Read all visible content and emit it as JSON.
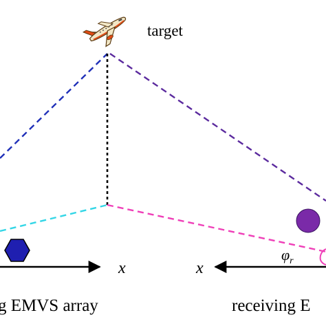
{
  "labels": {
    "target": "target",
    "x_left": "x",
    "x_right": "x",
    "transmit_array_caption": "g EMVS array",
    "receive_array_caption": "receiving E",
    "phi_symbol": "φ",
    "phi_subscript": "r"
  },
  "icons": {
    "target": "airplane-icon",
    "transmitter": "hexagon-icon",
    "receiver": "circle-icon"
  },
  "colors": {
    "transmit_to_target": "#1f2fb8",
    "receive_to_target": "#5b2a9e",
    "target_height": "#000000",
    "transmit_ground": "#33d6e6",
    "receive_ground": "#ef3fb8",
    "angle": "#ef3fb8",
    "axis": "#000000",
    "transmitter_fill": "#1f1fb0",
    "receiver_fill": "#7a2aa8",
    "plane_body": "#f2e7c6",
    "plane_accent": "#e04b16"
  }
}
